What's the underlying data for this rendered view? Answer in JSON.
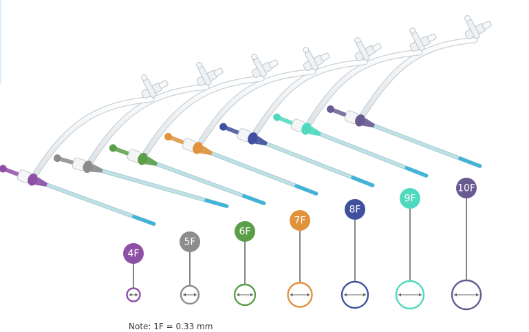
{
  "sizes": [
    {
      "label": "4F",
      "color": "#8e4fa6"
    },
    {
      "label": "5F",
      "color": "#8c8c8c"
    },
    {
      "label": "6F",
      "color": "#5a9e48"
    },
    {
      "label": "7F",
      "color": "#e0923c"
    },
    {
      "label": "8F",
      "color": "#3f509e"
    },
    {
      "label": "9F",
      "color": "#4fd9be"
    },
    {
      "label": "10F",
      "color": "#6a5a92"
    }
  ],
  "note": "Note: 1F = 0.33 mm",
  "colors": {
    "tubing": "#e9edf0",
    "sheath": "#bfe1e6",
    "sheath_tip": "#3fb4d8",
    "valve_body": "#eef2f4",
    "line": "#333333"
  }
}
